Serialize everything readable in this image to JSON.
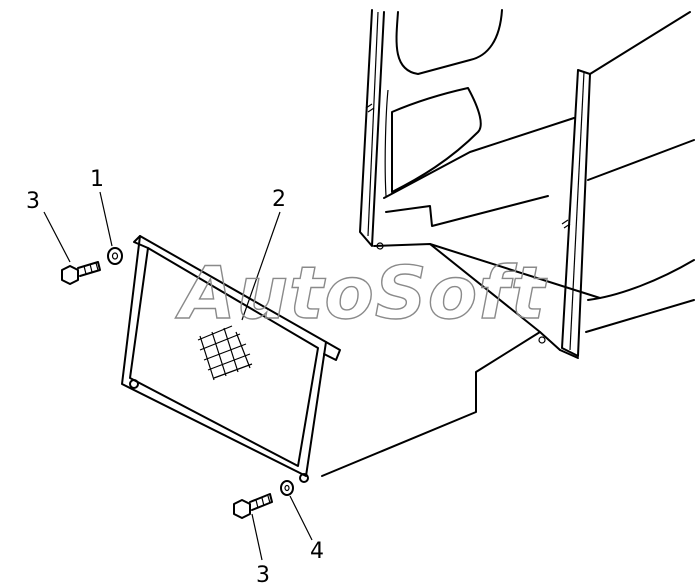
{
  "watermark": "AutoSoft",
  "callouts": [
    {
      "id": "washer-top",
      "label": "1"
    },
    {
      "id": "filter-panel",
      "label": "2"
    },
    {
      "id": "bolt-top",
      "label": "3"
    },
    {
      "id": "bolt-bottom",
      "label": "3"
    },
    {
      "id": "washer-bottom",
      "label": "4"
    }
  ],
  "colors": {
    "line": "#000000",
    "watermark": "#8a8a8a",
    "background": "#ffffff"
  }
}
